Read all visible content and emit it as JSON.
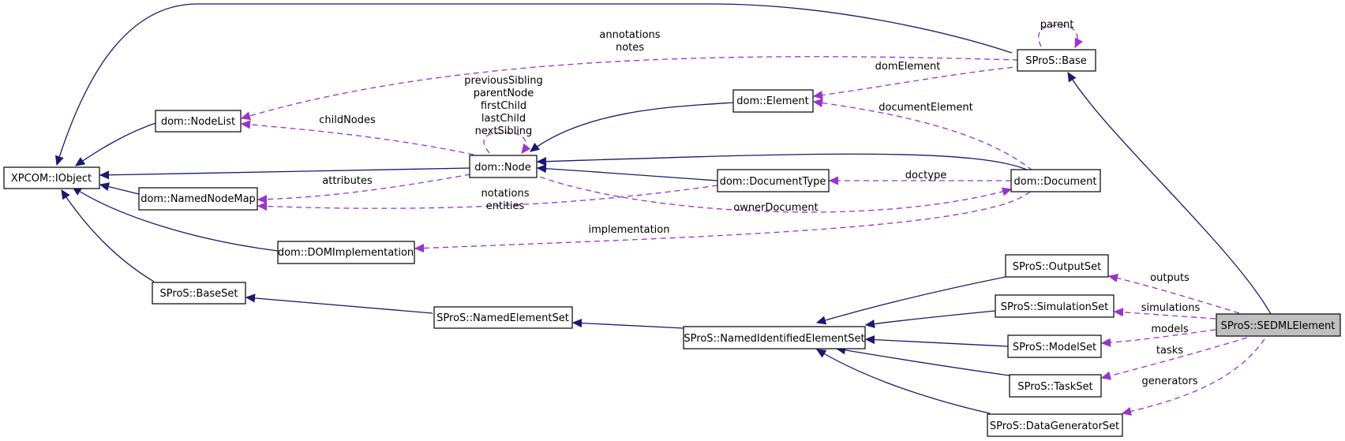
{
  "colors": {
    "inheritance": "#191970",
    "usage": "#9a32cd",
    "highlight": "#bfbfbf",
    "border": "#000000",
    "background": "#ffffff"
  },
  "nodes": {
    "xpcom_iobject": "XPCOM::IObject",
    "sypros_base": "SProS::Base",
    "dom_nodelist": "dom::NodeList",
    "dom_element": "dom::Element",
    "dom_node": "dom::Node",
    "dom_namednodemap": "dom::NamedNodeMap",
    "dom_documenttype": "dom::DocumentType",
    "dom_document": "dom::Document",
    "dom_domimplementation": "dom::DOMImplementation",
    "sypros_baseset": "SProS::BaseSet",
    "sypros_namedelementset": "SProS::NamedElementSet",
    "sypros_namedidentifiedelementset": "SProS::NamedIdentifiedElementSet",
    "sypros_outputset": "SProS::OutputSet",
    "sypros_simulationset": "SProS::SimulationSet",
    "sypros_modelset": "SProS::ModelSet",
    "sypros_taskset": "SProS::TaskSet",
    "sypros_datageneratorset": "SProS::DataGeneratorSet",
    "sypros_sedmlelement": "SProS::SEDMLElement"
  },
  "edge_labels": {
    "parent": "parent",
    "annotations": "annotations",
    "notes": "notes",
    "domElement": "domElement",
    "previousSibling": "previousSibling",
    "parentNode": "parentNode",
    "firstChild": "firstChild",
    "lastChild": "lastChild",
    "nextSibling": "nextSibling",
    "childNodes": "childNodes",
    "documentElement": "documentElement",
    "attributes": "attributes",
    "doctype": "doctype",
    "notations": "notations",
    "entities": "entities",
    "ownerDocument": "ownerDocument",
    "implementation": "implementation",
    "outputs": "outputs",
    "simulations": "simulations",
    "models": "models",
    "tasks": "tasks",
    "generators": "generators"
  }
}
